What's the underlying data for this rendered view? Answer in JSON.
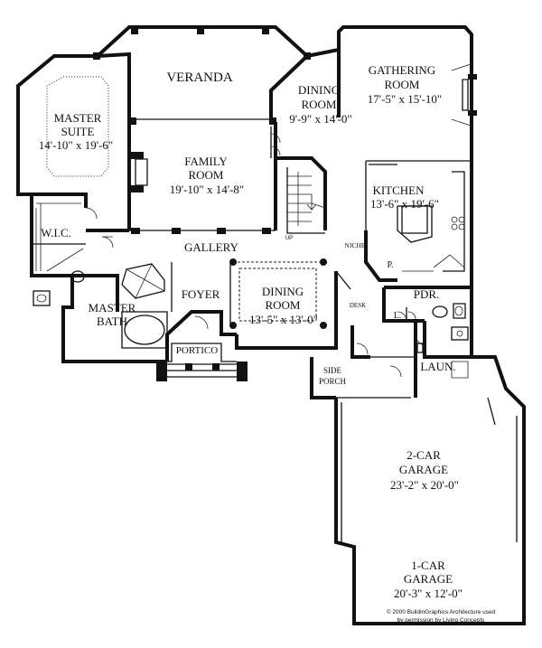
{
  "plan": {
    "rooms": {
      "veranda": "VERANDA",
      "dining_top": [
        "DINING",
        "ROOM",
        "9'-9\" x 14'-0\""
      ],
      "gathering": [
        "GATHERING",
        "ROOM",
        "17'-5\" x 15'-10\""
      ],
      "master_suite": [
        "MASTER",
        "SUITE",
        "14'-10\" x 19'-6\""
      ],
      "family": [
        "FAMILY",
        "ROOM",
        "19'-10\" x 14'-8\""
      ],
      "kitchen": [
        "KITCHEN",
        "13'-6\" x 19'-6\""
      ],
      "wic": "W.I.C.",
      "gallery": "GALLERY",
      "niche": "NICHE",
      "pantry": "P.",
      "foyer": "FOYER",
      "dining_main": [
        "DINING",
        "ROOM",
        "13'-5\" x 13'-0\""
      ],
      "desk": "DESK",
      "pdr": "PDR.",
      "linen": "L.",
      "master_bath": [
        "MASTER",
        "BATH"
      ],
      "portico": "PORTICO",
      "side_porch": [
        "SIDE",
        "PORCH"
      ],
      "laundry": "LAUN.",
      "garage2": [
        "2-CAR",
        "GARAGE",
        "23'-2\" x 20'-0\""
      ],
      "garage1": [
        "1-CAR",
        "GARAGE",
        "20'-3\" x 12'-0\""
      ],
      "stair_up": "UP"
    },
    "copyright": [
      "© 2000 BuildinGraphics Architecture used",
      "by permission by Living Concepts"
    ]
  }
}
